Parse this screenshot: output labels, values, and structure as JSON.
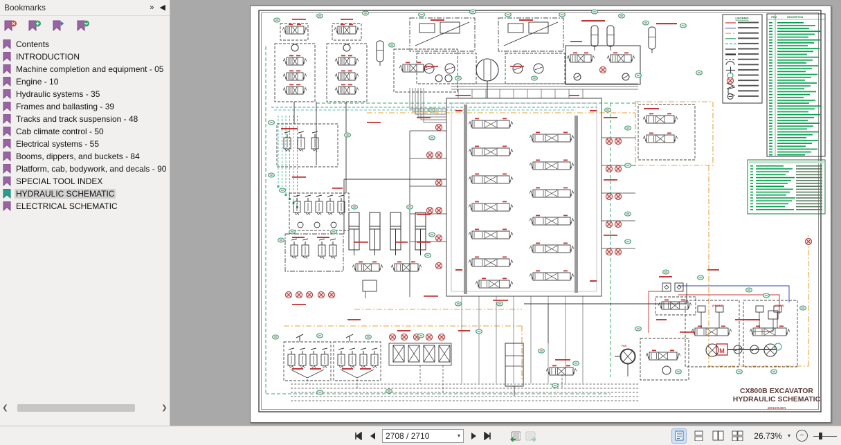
{
  "app": {
    "panel_title": "Bookmarks",
    "expand_glyph": "»",
    "collapse_glyph": "◀"
  },
  "bookmarks": {
    "items": [
      {
        "label": "Contents",
        "selected": false
      },
      {
        "label": "INTRODUCTION",
        "selected": false
      },
      {
        "label": "Machine completion and equipment - 05",
        "selected": false
      },
      {
        "label": "Engine - 10",
        "selected": false
      },
      {
        "label": "Hydraulic systems - 35",
        "selected": false
      },
      {
        "label": "Frames and ballasting - 39",
        "selected": false
      },
      {
        "label": "Tracks and track suspension - 48",
        "selected": false
      },
      {
        "label": "Cab climate control - 50",
        "selected": false
      },
      {
        "label": "Electrical systems - 55",
        "selected": false
      },
      {
        "label": "Booms, dippers, and buckets - 84",
        "selected": false
      },
      {
        "label": "Platform, cab, bodywork, and decals - 90",
        "selected": false
      },
      {
        "label": "SPECIAL TOOL INDEX",
        "selected": false
      },
      {
        "label": "HYDRAULIC SCHEMATIC",
        "selected": true
      },
      {
        "label": "ELECTRICAL SCHEMATIC",
        "selected": false
      }
    ]
  },
  "statusbar": {
    "page_indicator": "2708 / 2710",
    "zoom_percent": "26.73%"
  },
  "schematic": {
    "title_line1": "CX800B  EXCAVATOR",
    "title_line2": "HYDRAULIC SCHEMATIC",
    "doc_number": "48015054EN",
    "legend_title": "LEGEND",
    "parts_col_item": "ITEM",
    "parts_col_desc": "DESCRIPTION",
    "fan_label": "FAN",
    "motor_label": "M",
    "front_label": "(FRONT)",
    "rear_label": "(REAR)"
  },
  "colors": {
    "callout_green": "#2f9e74",
    "parts_text_green": "#00a14b",
    "schematic_red": "#c43434",
    "schematic_orange": "#efa032",
    "schematic_teal": "#2fae9b",
    "schematic_blue": "#5868c4",
    "title_maroon": "#5c3a3a"
  }
}
